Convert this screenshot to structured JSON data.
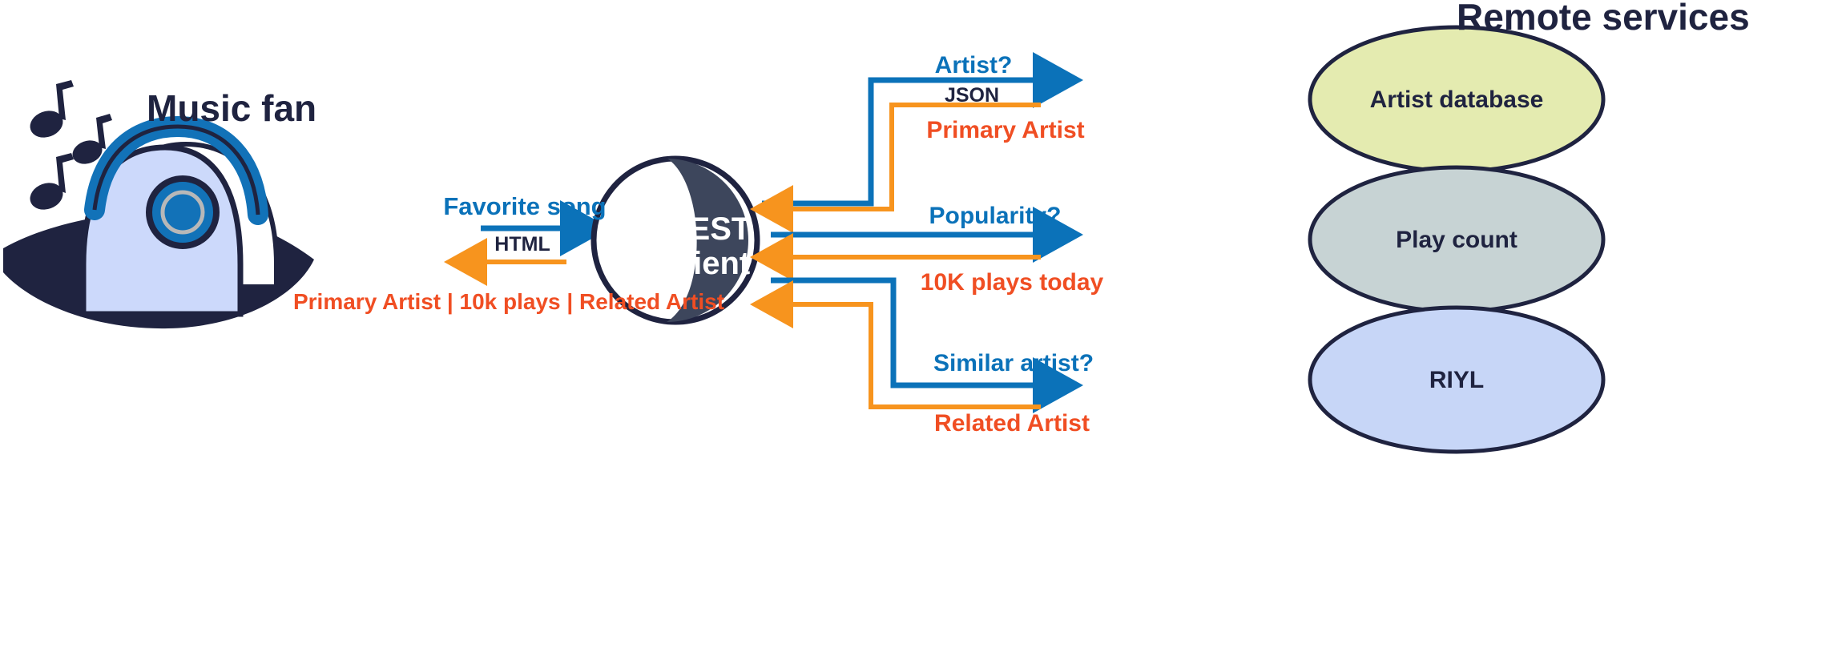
{
  "diagram": {
    "title_right": "Remote services",
    "actor": {
      "label": "Music fan",
      "icon": "headphones-person-icon",
      "notes_icon": "music-notes-icon"
    },
    "client": {
      "label_line1": "REST",
      "label_line2": "client",
      "icon": "sphere-icon"
    },
    "colors": {
      "request_blue": "#0b72b9",
      "response_orange": "#f7941e",
      "response_text_orange": "#f04e23",
      "dark_navy": "#1f2340",
      "artist_db_fill": "#e4ebb0",
      "play_count_fill": "#c7d3d4",
      "riyl_fill": "#c7d6f7",
      "skin_fill": "#ccd9fb",
      "headphone_blue": "#1272b8"
    },
    "client_flow": {
      "request_label": "Favorite song",
      "format_label": "HTML",
      "response_label": "Primary Artist | 10k plays | Related Artist"
    },
    "services": [
      {
        "name": "Artist database",
        "request_label": "Artist?",
        "format_label": "JSON",
        "response_label": "Primary Artist"
      },
      {
        "name": "Play count",
        "request_label": "Popularity?",
        "format_label": "",
        "response_label": "10K plays today"
      },
      {
        "name": "RIYL",
        "request_label": "Similar artist?",
        "format_label": "",
        "response_label": "Related Artist"
      }
    ]
  }
}
